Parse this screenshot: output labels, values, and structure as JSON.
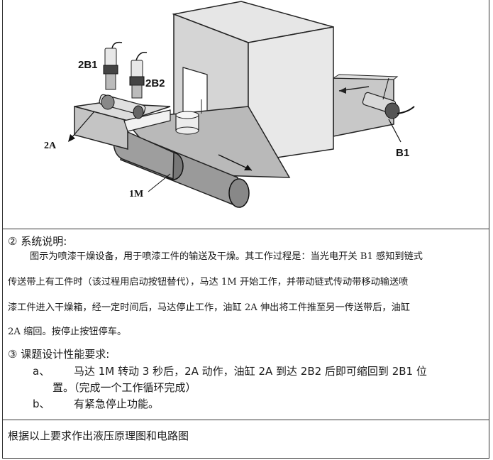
{
  "figure": {
    "labels": {
      "sensor_2b1": "2B1",
      "sensor_2b2": "2B2",
      "cylinder_2a": "2A",
      "motor_1m": "1M",
      "sensor_b1": "B1"
    }
  },
  "section2": {
    "heading": "② 系统说明:",
    "lines": [
      "图示为喷漆干燥设备，用于喷漆工件的输送及干燥。其工作过程是：当光电开关 B1 感知到链式",
      "传送带上有工件时（该过程用启动按钮替代），马达 1M 开始工作，并带动链式传动带移动输送喷",
      "漆工件进入干燥箱，经一定时间后，马达停止工作，油缸 2A 伸出将工件推至另一传送带后，油缸",
      "2A 缩回。按停止按钮停车。"
    ]
  },
  "section3": {
    "heading": "③ 课题设计性能要求:",
    "items": [
      {
        "marker": "a、",
        "line1": "马达 1M 转动 3 秒后，2A 动作，油缸 2A 到达 2B2 后即可缩回到 2B1 位",
        "line2": "置。（完成一个工作循环完成）"
      },
      {
        "marker": "b、",
        "line1": "有紧急停止功能。"
      }
    ]
  },
  "footer": {
    "task": "根据以上要求作出液压原理图和电路图"
  }
}
